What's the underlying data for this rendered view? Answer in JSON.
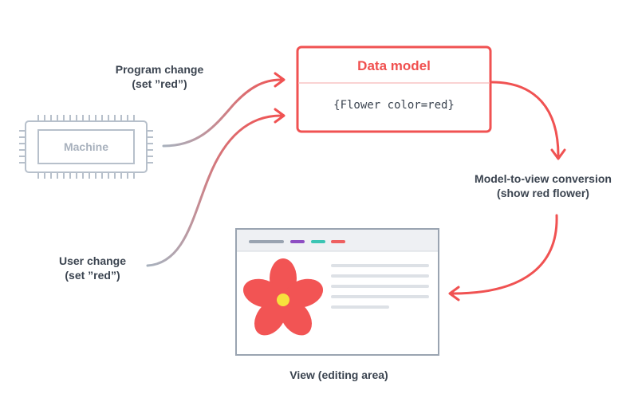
{
  "data_model": {
    "title": "Data model",
    "content": "{Flower color=red}"
  },
  "machine": {
    "label": "Machine"
  },
  "program_change": {
    "line1": "Program change",
    "line2": "(set ”red”)"
  },
  "user_change": {
    "line1": "User change",
    "line2": "(set ”red”)"
  },
  "conversion": {
    "line1": "Model-to-view conversion",
    "line2": "(show red flower)"
  },
  "view": {
    "caption": "View (editing area)",
    "toolbar_colors": [
      "#9aa4b1",
      "#8e4fc3",
      "#3cc5b4",
      "#ee6060"
    ],
    "flower_petal_color": "#f25454",
    "flower_center_color": "#f7e23d"
  },
  "colors": {
    "accent": "#f0504f",
    "gray": "#a8b1bd",
    "text": "#3b4450"
  }
}
